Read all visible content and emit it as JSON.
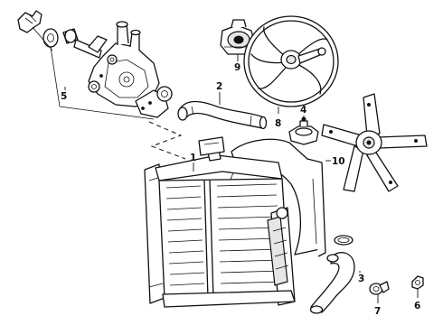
{
  "callouts": {
    "radiator": "1",
    "upper_hose": "2",
    "lower_hose": "3",
    "thermostat_housing": "4",
    "water_pump": "5",
    "drain_cock": "6",
    "hose_clamp": "7",
    "electric_fan": "8",
    "thermostat": "9",
    "fan_shroud": "10"
  }
}
